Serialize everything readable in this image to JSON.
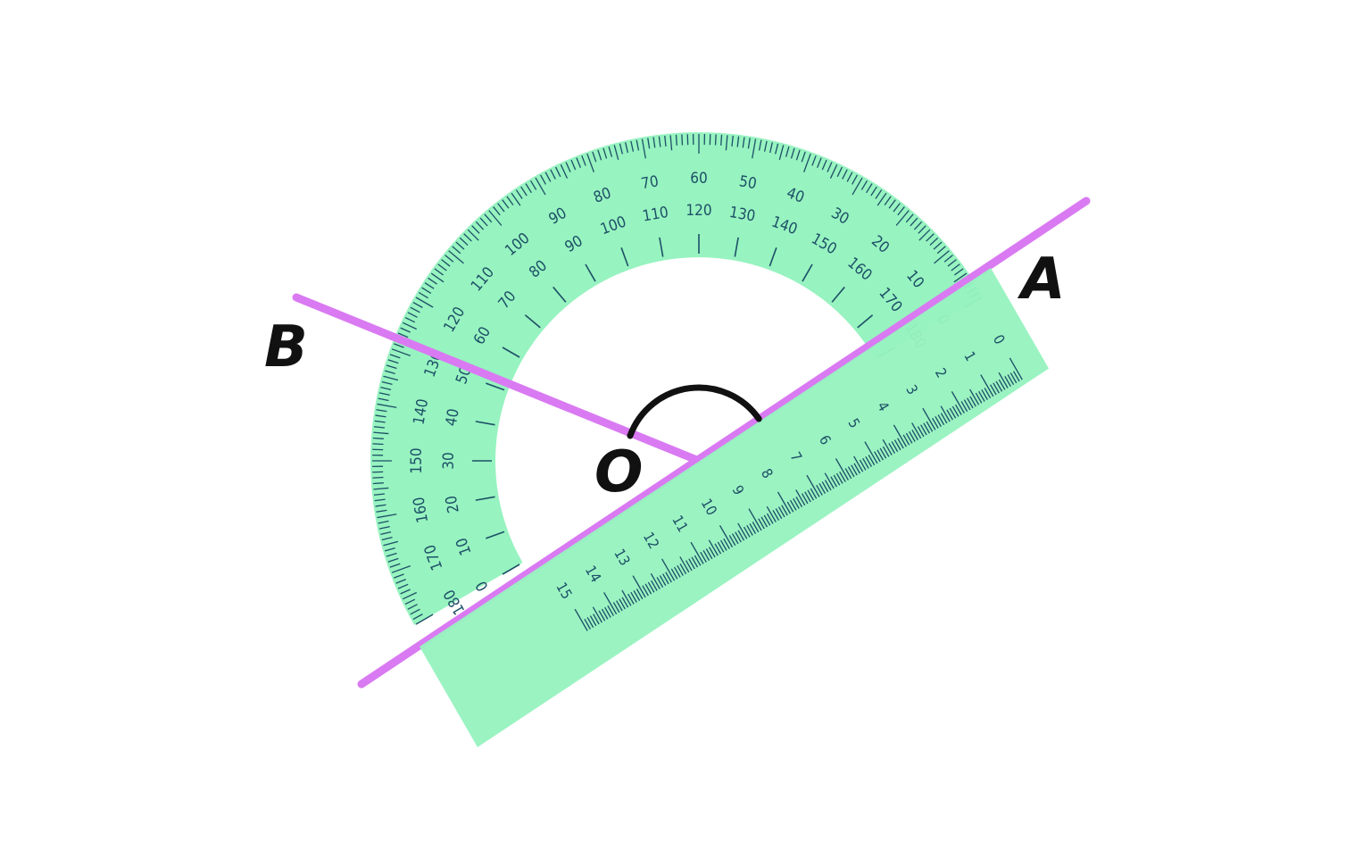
{
  "points": {
    "A": "A",
    "B": "B",
    "O": "O"
  },
  "protractor": {
    "outer_scale_labels": [
      "0",
      "10",
      "20",
      "30",
      "40",
      "50",
      "60",
      "70",
      "80",
      "90",
      "100",
      "110",
      "120",
      "130",
      "140",
      "150",
      "160",
      "170",
      "180"
    ],
    "inner_scale_labels": [
      "180",
      "170",
      "160",
      "150",
      "140",
      "130",
      "120",
      "110",
      "100",
      "90",
      "80",
      "70",
      "60",
      "50",
      "40",
      "30",
      "20",
      "10",
      "0"
    ]
  },
  "ruler": {
    "labels": [
      "0",
      "1",
      "2",
      "3",
      "4",
      "5",
      "6",
      "7",
      "8",
      "9",
      "10",
      "11",
      "12",
      "13",
      "14",
      "15"
    ]
  },
  "colors": {
    "tool_fill": "#97f3c0",
    "ray_color": "#d97af2",
    "tick_color": "#1d4f66",
    "arc_color": "#111111",
    "label_color": "#111111"
  }
}
